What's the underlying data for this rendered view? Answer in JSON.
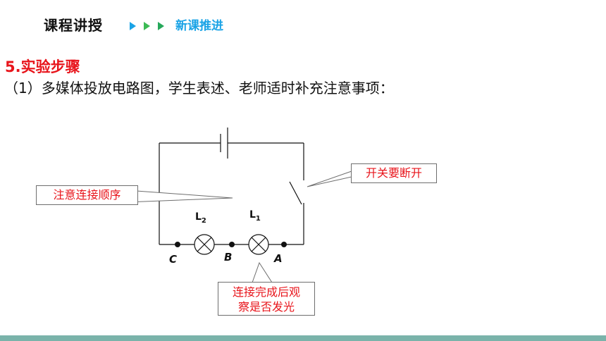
{
  "header": {
    "title": "课程讲授",
    "subtitle": "新课推进",
    "arrow_colors": [
      "#1aa3e6",
      "#3cba54",
      "#26a85a"
    ]
  },
  "section": {
    "title": "5.实验步骤",
    "instruction": "（1）多媒体投放电路图，学生表述、老师适时补充注意事项："
  },
  "callouts": {
    "connect_order": "注意连接顺序",
    "switch_open": "开关要断开",
    "observe_line1": "连接完成后观",
    "observe_line2": "察是否发光"
  },
  "diagram": {
    "nodes": {
      "c": "C",
      "b": "B",
      "a": "A"
    },
    "lamps": [
      {
        "letter": "L",
        "index": "2"
      },
      {
        "letter": "L",
        "index": "1"
      }
    ]
  },
  "colors": {
    "accent_red": "#e8141b",
    "accent_blue": "#1aa3e6",
    "footer": "#7ab3aa"
  }
}
